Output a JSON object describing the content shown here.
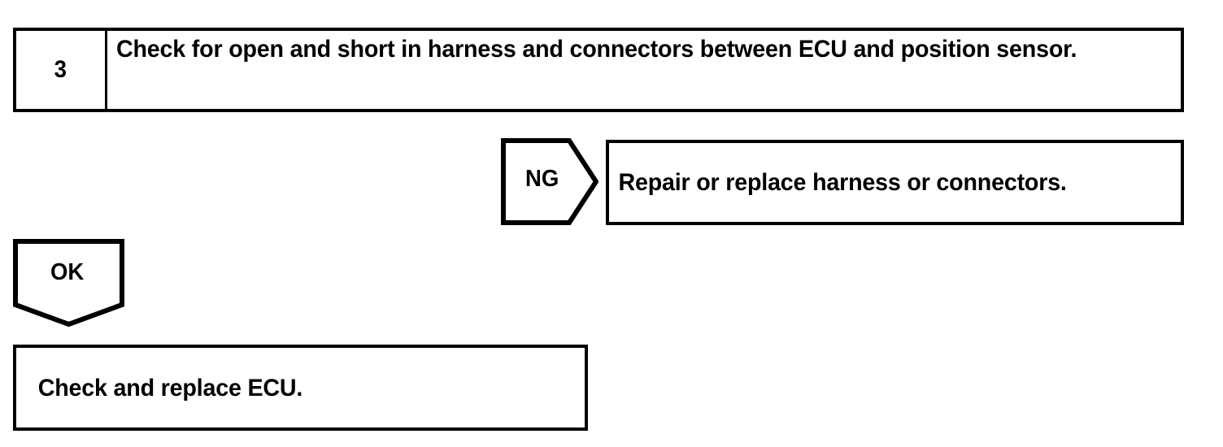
{
  "diagram": {
    "type": "troubleshooting-flowchart",
    "colors": {
      "ink": "#000000",
      "paper": "#ffffff"
    },
    "step": {
      "number": "3",
      "instruction": "Check for open and short in harness and connectors between ECU and position sensor."
    },
    "branches": {
      "ng": {
        "label": "NG",
        "arrow_direction": "right",
        "result": "Repair or replace harness or connectors."
      },
      "ok": {
        "label": "OK",
        "arrow_direction": "down",
        "result": "Check and replace ECU."
      }
    }
  }
}
